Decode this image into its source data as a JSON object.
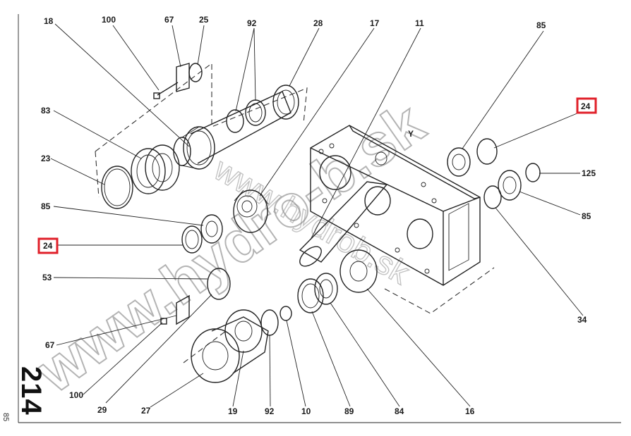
{
  "diagram": {
    "page_number": "214",
    "side_number": "85",
    "watermark_main": "www.hydro-b.sk",
    "watermark_secondary": "www.hydrob.sk",
    "highlight_color": "#e0202a",
    "labels": [
      {
        "id": "18",
        "text": "18"
      },
      {
        "id": "100-top",
        "text": "100"
      },
      {
        "id": "67-top",
        "text": "67"
      },
      {
        "id": "25",
        "text": "25"
      },
      {
        "id": "92-top",
        "text": "92"
      },
      {
        "id": "28",
        "text": "28"
      },
      {
        "id": "17",
        "text": "17"
      },
      {
        "id": "11",
        "text": "11"
      },
      {
        "id": "85-top",
        "text": "85"
      },
      {
        "id": "83",
        "text": "83"
      },
      {
        "id": "23",
        "text": "23"
      },
      {
        "id": "85-left",
        "text": "85"
      },
      {
        "id": "24-left",
        "text": "24"
      },
      {
        "id": "53",
        "text": "53"
      },
      {
        "id": "67-bottom",
        "text": "67"
      },
      {
        "id": "100-bottom",
        "text": "100"
      },
      {
        "id": "29",
        "text": "29"
      },
      {
        "id": "27",
        "text": "27"
      },
      {
        "id": "19",
        "text": "19"
      },
      {
        "id": "92-bottom",
        "text": "92"
      },
      {
        "id": "10",
        "text": "10"
      },
      {
        "id": "89",
        "text": "89"
      },
      {
        "id": "84",
        "text": "84"
      },
      {
        "id": "16",
        "text": "16"
      },
      {
        "id": "34",
        "text": "34"
      },
      {
        "id": "85-right",
        "text": "85"
      },
      {
        "id": "125",
        "text": "125"
      },
      {
        "id": "24-right",
        "text": "24"
      }
    ]
  }
}
